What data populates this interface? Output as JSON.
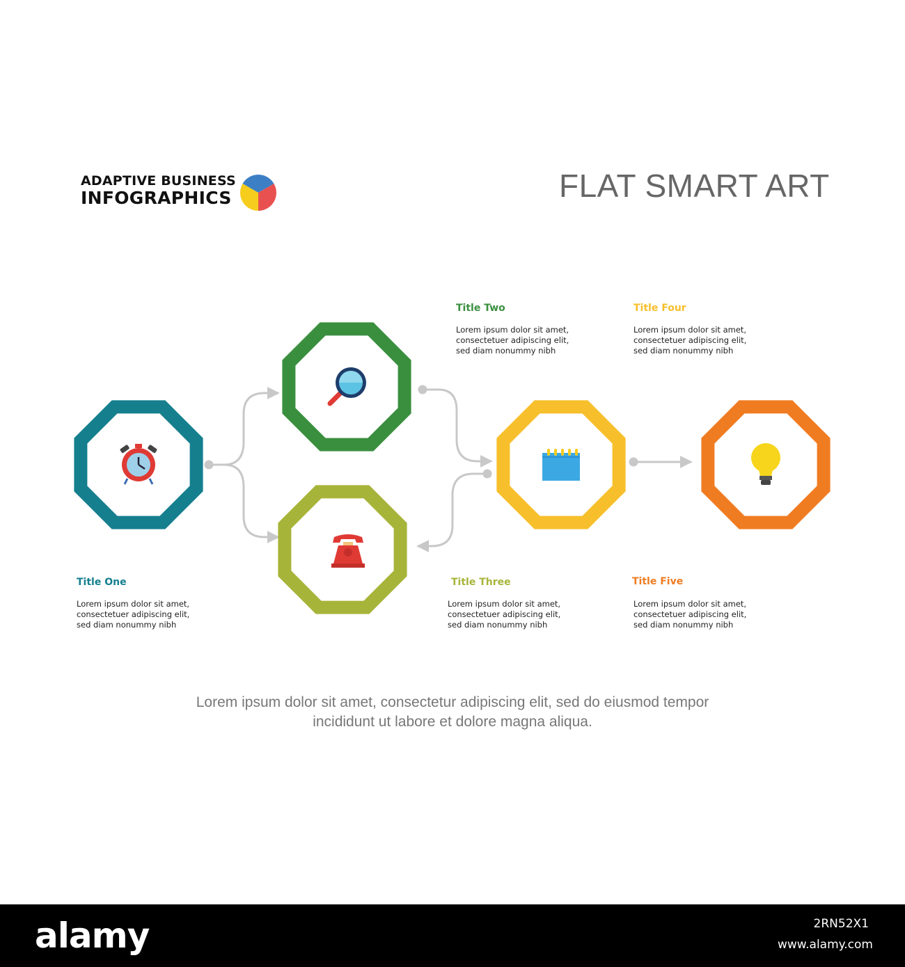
{
  "brand": {
    "line1": "ADAPTIVE BUSINESS",
    "line2": "INFOGRAPHICS",
    "logo_colors": [
      "#3d7fc4",
      "#e8514f",
      "#f6cc1d"
    ]
  },
  "heading": "FLAT SMART ART",
  "steps": [
    {
      "title": "Title One",
      "color": "#157f8e",
      "icon": "alarm-clock-icon",
      "desc": [
        "Lorem ipsum dolor sit amet,",
        "consectetuer adipiscing elit,",
        "sed diam nonummy nibh"
      ]
    },
    {
      "title": "Title Two",
      "color": "#3a8f3e",
      "icon": "magnifier-icon",
      "desc": [
        "Lorem ipsum dolor sit amet,",
        "consectetuer adipiscing elit,",
        "sed diam nonummy nibh"
      ]
    },
    {
      "title": "Title Three",
      "color": "#a7b43a",
      "icon": "telephone-icon",
      "desc": [
        "Lorem ipsum dolor sit amet,",
        "consectetuer adipiscing elit,",
        "sed diam nonummy nibh"
      ]
    },
    {
      "title": "Title Four",
      "color": "#f7bf2b",
      "icon": "notepad-icon",
      "desc": [
        "Lorem ipsum dolor sit amet,",
        "consectetuer adipiscing elit,",
        "sed diam nonummy nibh"
      ]
    },
    {
      "title": "Title Five",
      "color": "#f07c22",
      "icon": "light-bulb-icon",
      "desc": [
        "Lorem ipsum dolor sit amet,",
        "consectetuer adipiscing elit,",
        "sed diam nonummy nibh"
      ]
    }
  ],
  "connector_color": "#c8c8c8",
  "footer": {
    "line1": "Lorem ipsum dolor sit amet, consectetur adipiscing elit, sed do eiusmod tempor",
    "line2": "incididunt ut labore et dolore magna aliqua."
  },
  "stock": {
    "logo": "alamy",
    "id": "2RN52X1",
    "url": "www.alamy.com"
  }
}
